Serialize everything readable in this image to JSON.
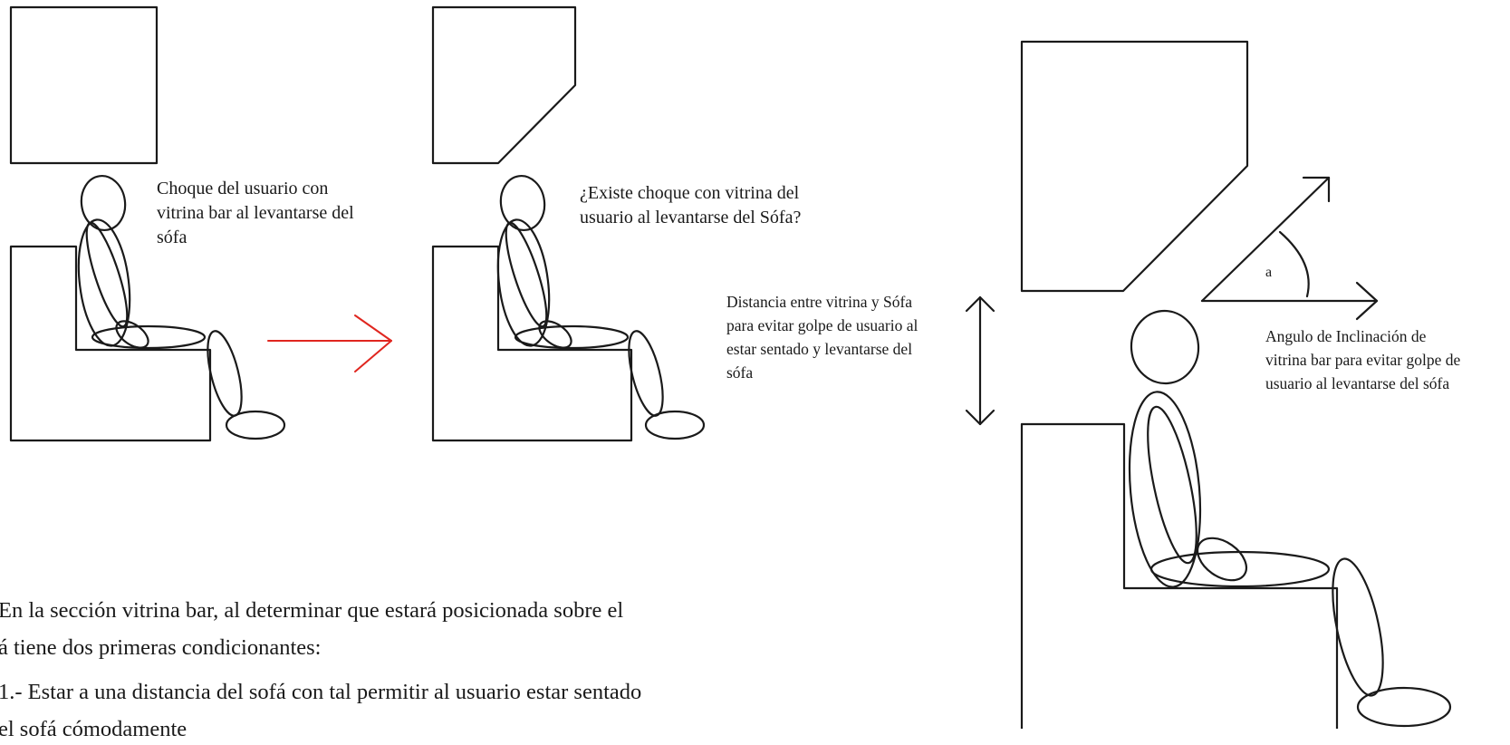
{
  "colors": {
    "stroke": "#1a1a1a",
    "arrow": "#e0261f"
  },
  "labels": {
    "collision": "Choque del usuario con\nvitrina bar al levantarse  del\nsófa",
    "question": "¿Existe choque con vitrina del\nusuario al levantarse del Sófa?",
    "distance": "Distancia entre vitrina y Sófa\npara evitar golpe de usuario al\nestar sentado y levantarse del\nsófa",
    "angle_symbol": "a",
    "angle": "Angulo de Inclinación de\nvitrina bar para evitar golpe de\nusuario al levantarse del sófa"
  },
  "body_text": {
    "line1": " En la sección vitrina bar, al determinar que estará posicionada sobre el",
    "line2": "á tiene dos primeras condicionantes:",
    "line3": " 1.- Estar a una distancia del sofá con tal permitir al usuario estar sentado",
    "line4": "el sofá cómodamente"
  }
}
